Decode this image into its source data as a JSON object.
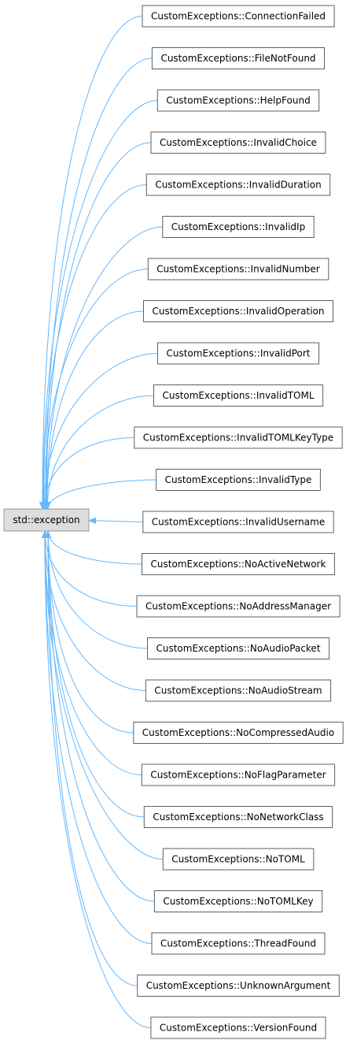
{
  "base_class": {
    "label": "std::exception",
    "fill_color": "#dddddd",
    "border_color": "#9a9a9a"
  },
  "edge_color": "#63b8ff",
  "derived_classes": [
    "CustomExceptions::ConnectionFailed",
    "CustomExceptions::FileNotFound",
    "CustomExceptions::HelpFound",
    "CustomExceptions::InvalidChoice",
    "CustomExceptions::InvalidDuration",
    "CustomExceptions::InvalidIp",
    "CustomExceptions::InvalidNumber",
    "CustomExceptions::InvalidOperation",
    "CustomExceptions::InvalidPort",
    "CustomExceptions::InvalidTOML",
    "CustomExceptions::InvalidTOMLKeyType",
    "CustomExceptions::InvalidType",
    "CustomExceptions::InvalidUsername",
    "CustomExceptions::NoActiveNetwork",
    "CustomExceptions::NoAddressManager",
    "CustomExceptions::NoAudioPacket",
    "CustomExceptions::NoAudioStream",
    "CustomExceptions::NoCompressedAudio",
    "CustomExceptions::NoFlagParameter",
    "CustomExceptions::NoNetworkClass",
    "CustomExceptions::NoTOML",
    "CustomExceptions::NoTOMLKey",
    "CustomExceptions::ThreadFound",
    "CustomExceptions::UnknownArgument",
    "CustomExceptions::VersionFound"
  ]
}
